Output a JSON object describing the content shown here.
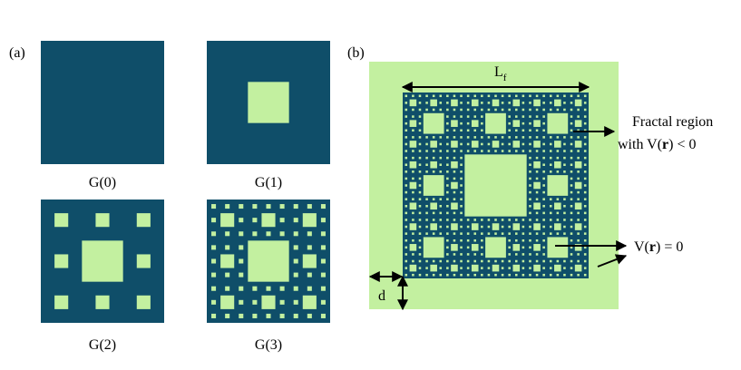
{
  "panel_a": {
    "label": "(a)",
    "generations": [
      {
        "label": "G(0)",
        "level": 0
      },
      {
        "label": "G(1)",
        "level": 1
      },
      {
        "label": "G(2)",
        "level": 2
      },
      {
        "label": "G(3)",
        "level": 3
      }
    ]
  },
  "panel_b": {
    "label": "(b)",
    "level": 4,
    "dimension_lf_main": "L",
    "dimension_lf_sub": "f",
    "dimension_d": "d",
    "annotation_fractal_line1": "Fractal region",
    "annotation_fractal_line2_pre": "with V(",
    "annotation_fractal_line2_bold": "r",
    "annotation_fractal_line2_post": ") < 0",
    "annotation_zero_pre": "V(",
    "annotation_zero_bold": "r",
    "annotation_zero_post": ") = 0"
  },
  "colors": {
    "fractal_dark": "#0f4e69",
    "hole_light": "#c3f0a0",
    "outer_region": "#c3f0a0",
    "text": "#000000"
  }
}
